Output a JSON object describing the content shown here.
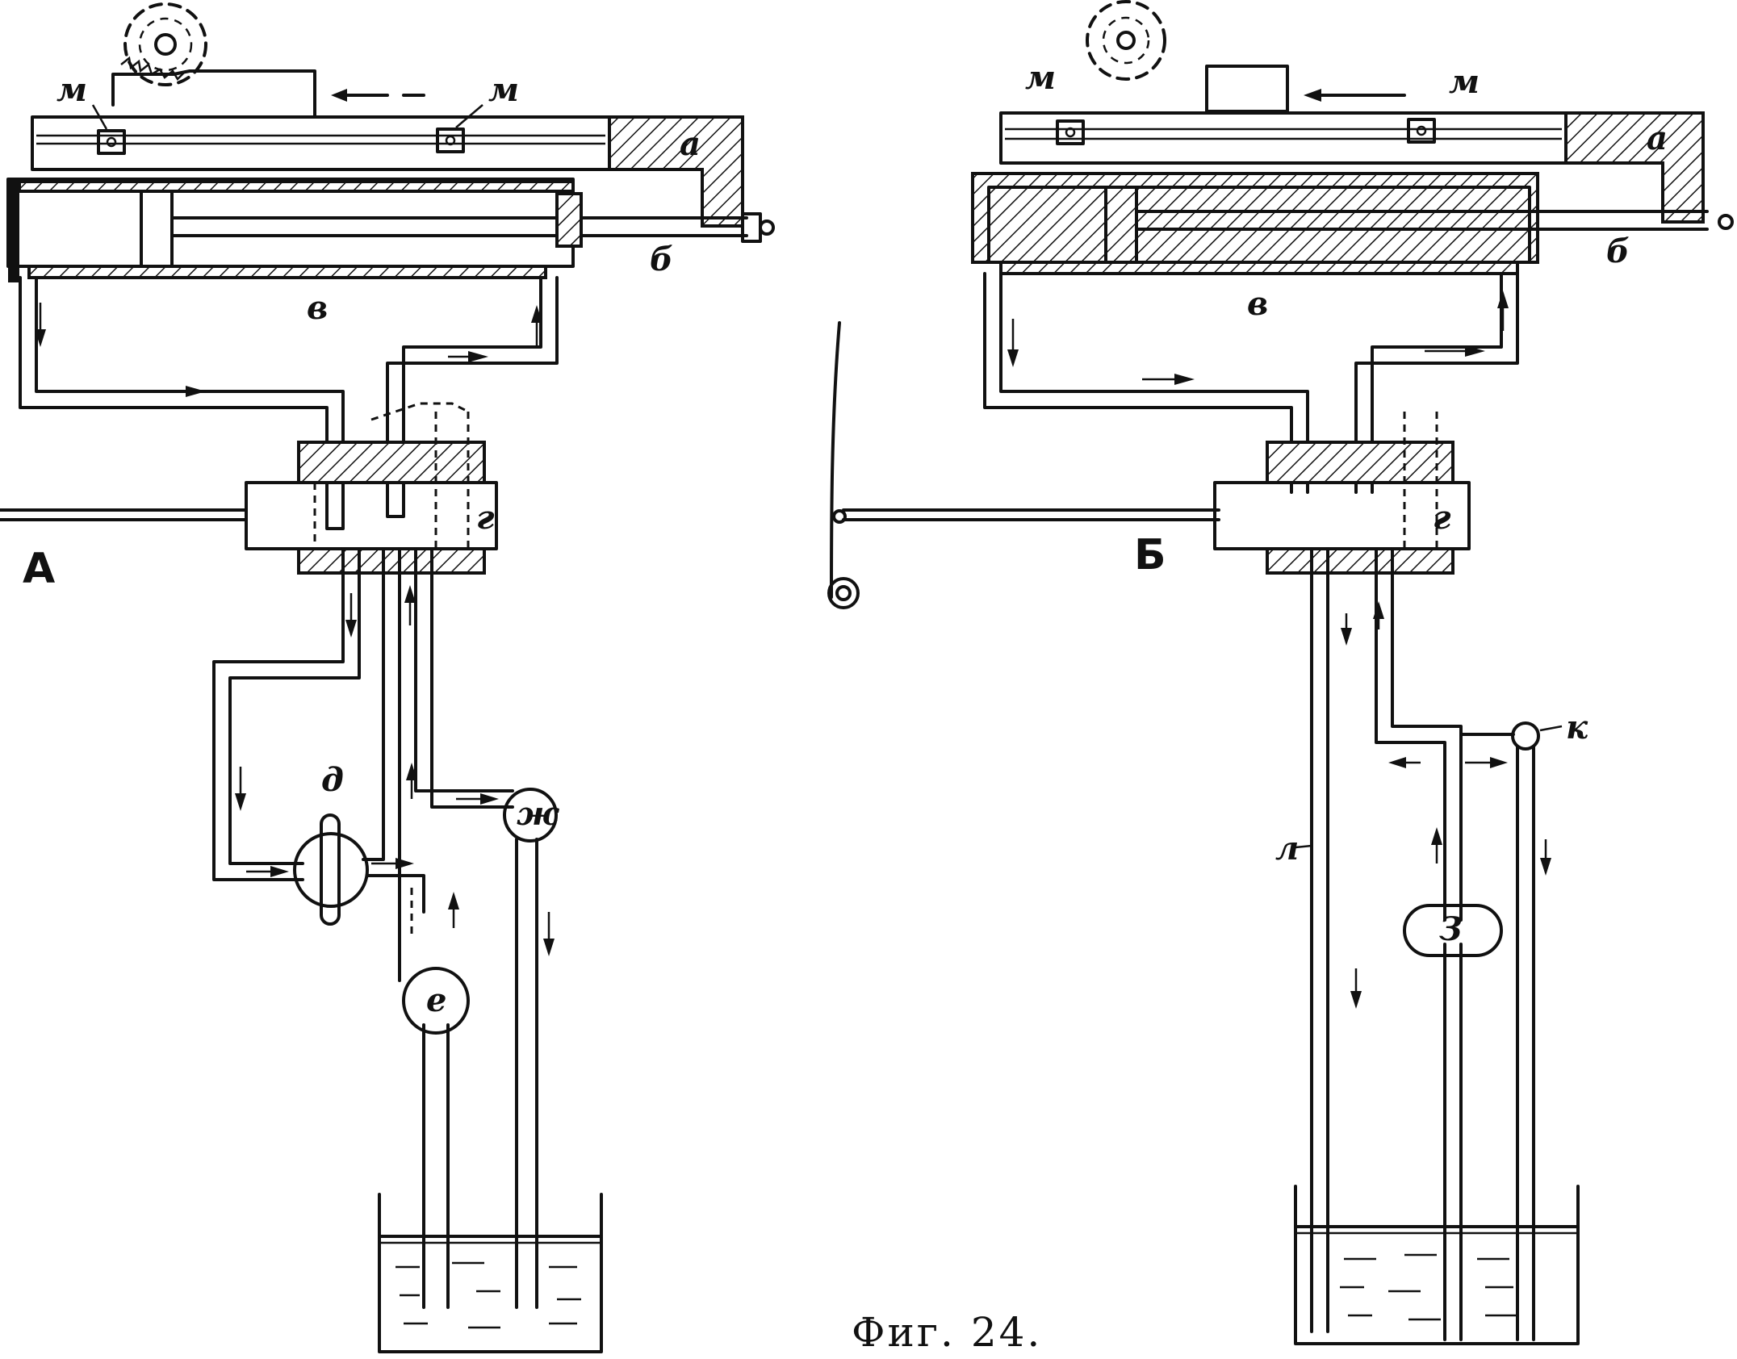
{
  "caption": "Фиг. 24.",
  "panel_a": {
    "title": "А",
    "labels": {
      "m1": "м",
      "m2": "м",
      "a": "а",
      "b": "б",
      "v": "в",
      "g": "г",
      "d": "д",
      "e": "е",
      "zh": "ж"
    }
  },
  "panel_b": {
    "title": "Б",
    "labels": {
      "m1": "м",
      "m2": "м",
      "a": "а",
      "b": "б",
      "v": "в",
      "g": "г",
      "z": "З",
      "k": "к",
      "l": "л"
    }
  }
}
